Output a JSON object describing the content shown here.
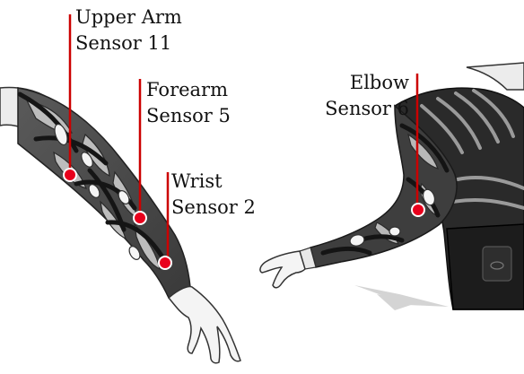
{
  "colors": {
    "marker": "#e8001c",
    "leader": "#cc0000",
    "skin": "#f4f4f4",
    "sleeve_dark": "#2b2b2b",
    "sleeve_mid": "#6a6a6a",
    "vest": "#1e1e1e",
    "outline": "#333333"
  },
  "labels": {
    "upper_arm": {
      "line1": "Upper Arm",
      "line2": "Sensor 11"
    },
    "forearm": {
      "line1": "Forearm",
      "line2": "Sensor 5"
    },
    "wrist": {
      "line1": "Wrist",
      "line2": "Sensor 2"
    },
    "elbow": {
      "line1": "Elbow",
      "line2": "Sensor 6"
    }
  }
}
